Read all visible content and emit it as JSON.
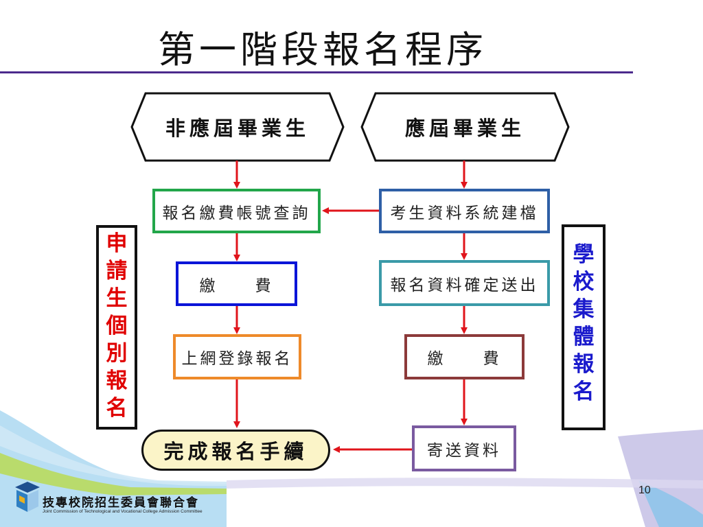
{
  "slide": {
    "title": "第一階段報名程序",
    "page_number": "10"
  },
  "diagram": {
    "left_header": "非應屆畢業生",
    "right_header": "應屆畢業生",
    "left_steps": [
      "報名繳費帳號查詢",
      "繳　　費",
      "上網登錄報名"
    ],
    "right_steps": [
      "考生資料系統建檔",
      "報名資料確定送出",
      "繳　　費",
      "寄送資料"
    ],
    "final_step": "完成報名手續",
    "left_side_label": [
      "申",
      "請",
      "生",
      "個",
      "別",
      "報",
      "名"
    ],
    "right_side_label": [
      "學",
      "校",
      "集",
      "體",
      "報",
      "名"
    ],
    "colors": {
      "left_side_label": "#e00000",
      "right_side_label": "#1a1acc",
      "arrow": "#e0141b",
      "box_green": "#22a64a",
      "box_blue": "#0b15d8",
      "box_orange": "#ee8a2a",
      "box_steelblue": "#2e5fa6",
      "box_teal": "#3a9aa8",
      "box_brown": "#8c3a3a",
      "box_purple": "#7a5aa0",
      "final_fill": "#fbf4c8",
      "title_rule": "#4b2a8c"
    }
  },
  "footer": {
    "org_name_zh": "技專校院招生委員會聯合會",
    "org_name_en": "Joint Commission of Technological and Vocational College Admission Committee",
    "logo_icon": "jctv-logo-icon"
  }
}
